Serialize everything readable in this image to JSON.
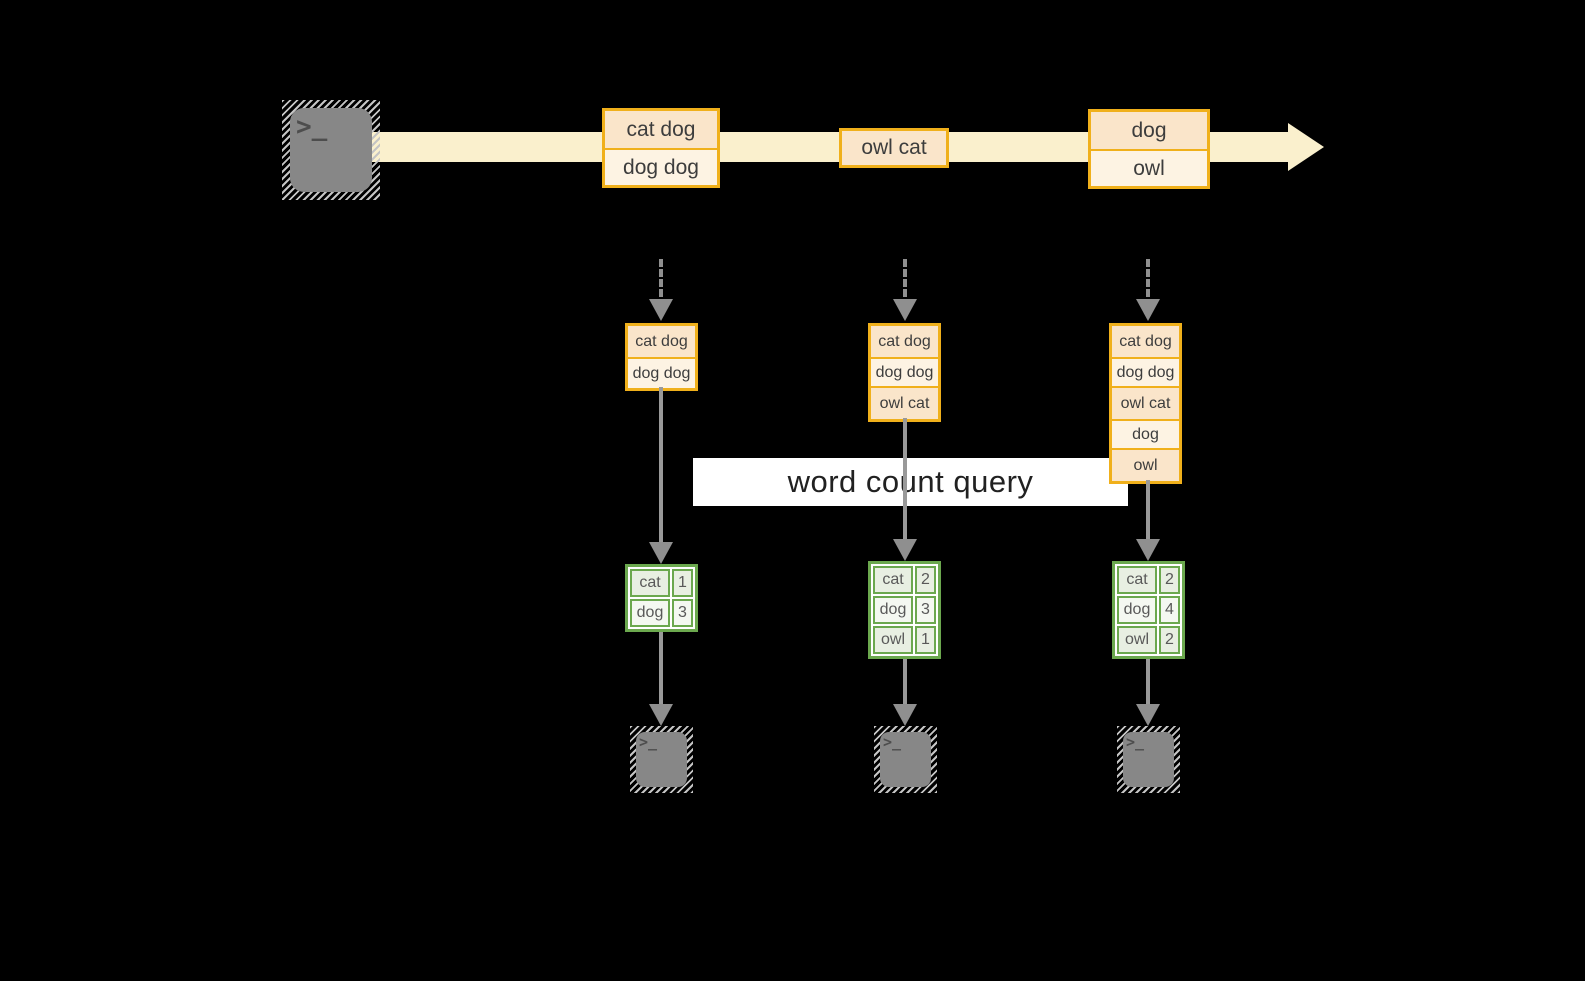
{
  "title": "word count query streaming diagram",
  "colors": {
    "background": "#000000",
    "band": "#faf0cd",
    "event_border": "#f0b01b",
    "event_fill_peach": "#fae5ca",
    "event_fill_cream": "#fdf3e3",
    "table_border": "#6ba84e",
    "table_cell": "#e8efe2",
    "table_cell_alt": "#f4f8f1",
    "arrow_gray": "#8f8f8f",
    "terminal_gray": "#878787"
  },
  "icons": {
    "terminal_prompt": ">_"
  },
  "query_label": "word count query",
  "timeline": {
    "events": [
      {
        "lines": [
          "cat dog",
          "dog dog"
        ]
      },
      {
        "lines": [
          "owl cat"
        ]
      },
      {
        "lines": [
          "dog",
          "owl"
        ]
      }
    ]
  },
  "columns": [
    {
      "stack": [
        "cat dog",
        "dog dog"
      ],
      "table": [
        [
          "cat",
          "1"
        ],
        [
          "dog",
          "3"
        ]
      ]
    },
    {
      "stack": [
        "cat dog",
        "dog dog",
        "owl cat"
      ],
      "table": [
        [
          "cat",
          "2"
        ],
        [
          "dog",
          "3"
        ],
        [
          "owl",
          "1"
        ]
      ]
    },
    {
      "stack": [
        "cat dog",
        "dog dog",
        "owl cat",
        "dog",
        "owl"
      ],
      "table": [
        [
          "cat",
          "2"
        ],
        [
          "dog",
          "4"
        ],
        [
          "owl",
          "2"
        ]
      ]
    }
  ]
}
